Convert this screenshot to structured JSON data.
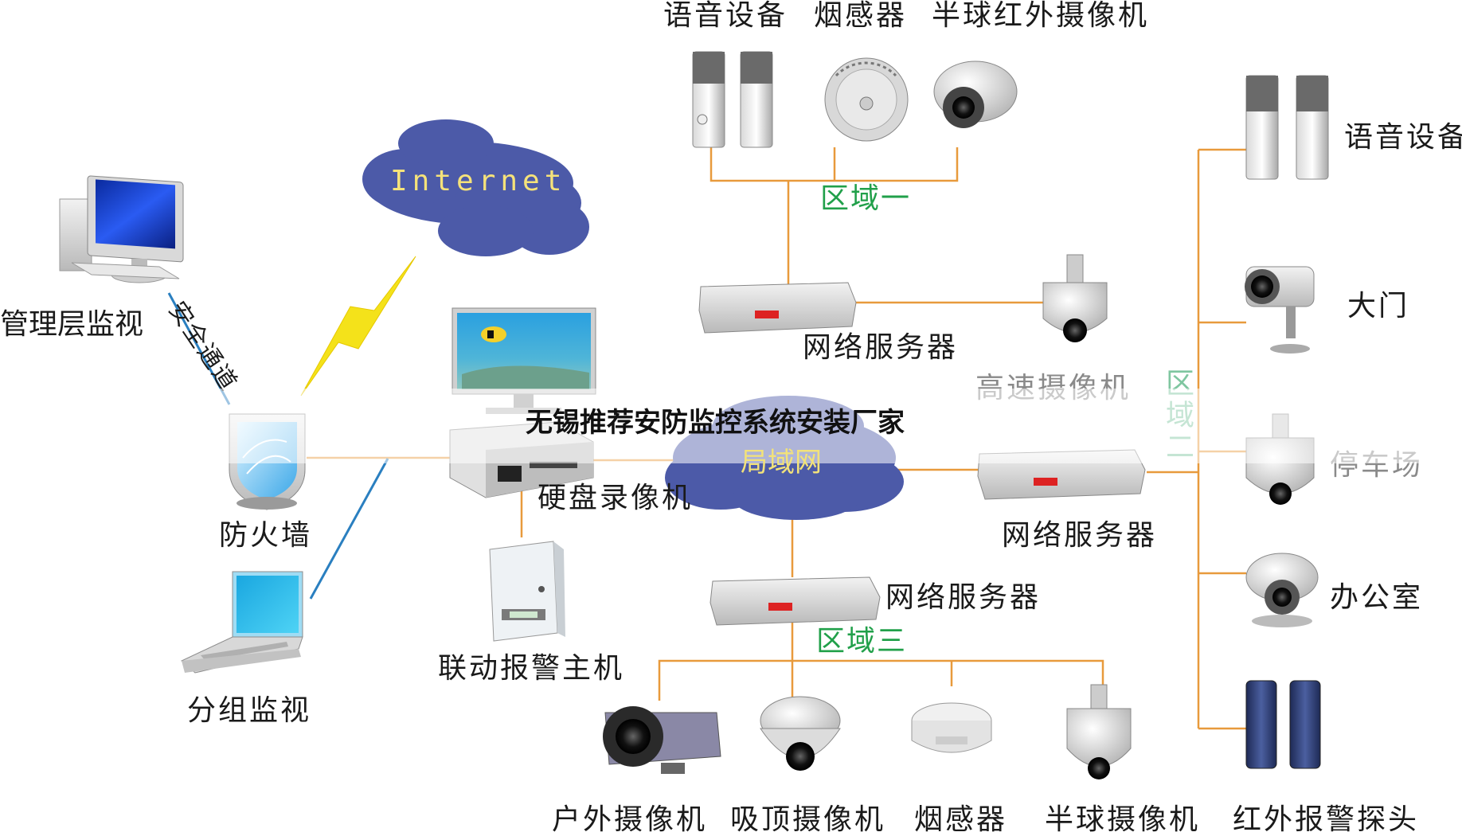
{
  "labels": {
    "management": "管理层监视",
    "secure_channel": "安全通道",
    "firewall": "防火墙",
    "group_monitor": "分组监视",
    "internet": "Internet",
    "dvr": "硬盘录像机",
    "alarm_host": "联动报警主机",
    "lan": "局域网",
    "voice_top": "语音设备",
    "smoke_top": "烟感器",
    "dome_ir_top": "半球红外摄像机",
    "zone1": "区域一",
    "net_server_1": "网络服务器",
    "high_speed_cam": "高速摄像机",
    "zone2": "区域二",
    "net_server_2": "网络服务器",
    "net_server_3": "网络服务器",
    "zone3": "区域三",
    "outdoor_cam": "户外摄像机",
    "ceiling_cam": "吸顶摄像机",
    "smoke_bottom": "烟感器",
    "dome_cam": "半球摄像机",
    "ir_detector": "红外报警探头",
    "voice_right": "语音设备",
    "gate": "大门",
    "parking": "停车场",
    "office": "办公室"
  },
  "watermark": "无锡推荐安防监控系统安装厂家",
  "colors": {
    "wire": "#e89a3c",
    "blue_link": "#2a7fc0",
    "cloud": "#4c5aa8",
    "lightning": "#f4e21a",
    "zone_green": "#21a04a"
  }
}
